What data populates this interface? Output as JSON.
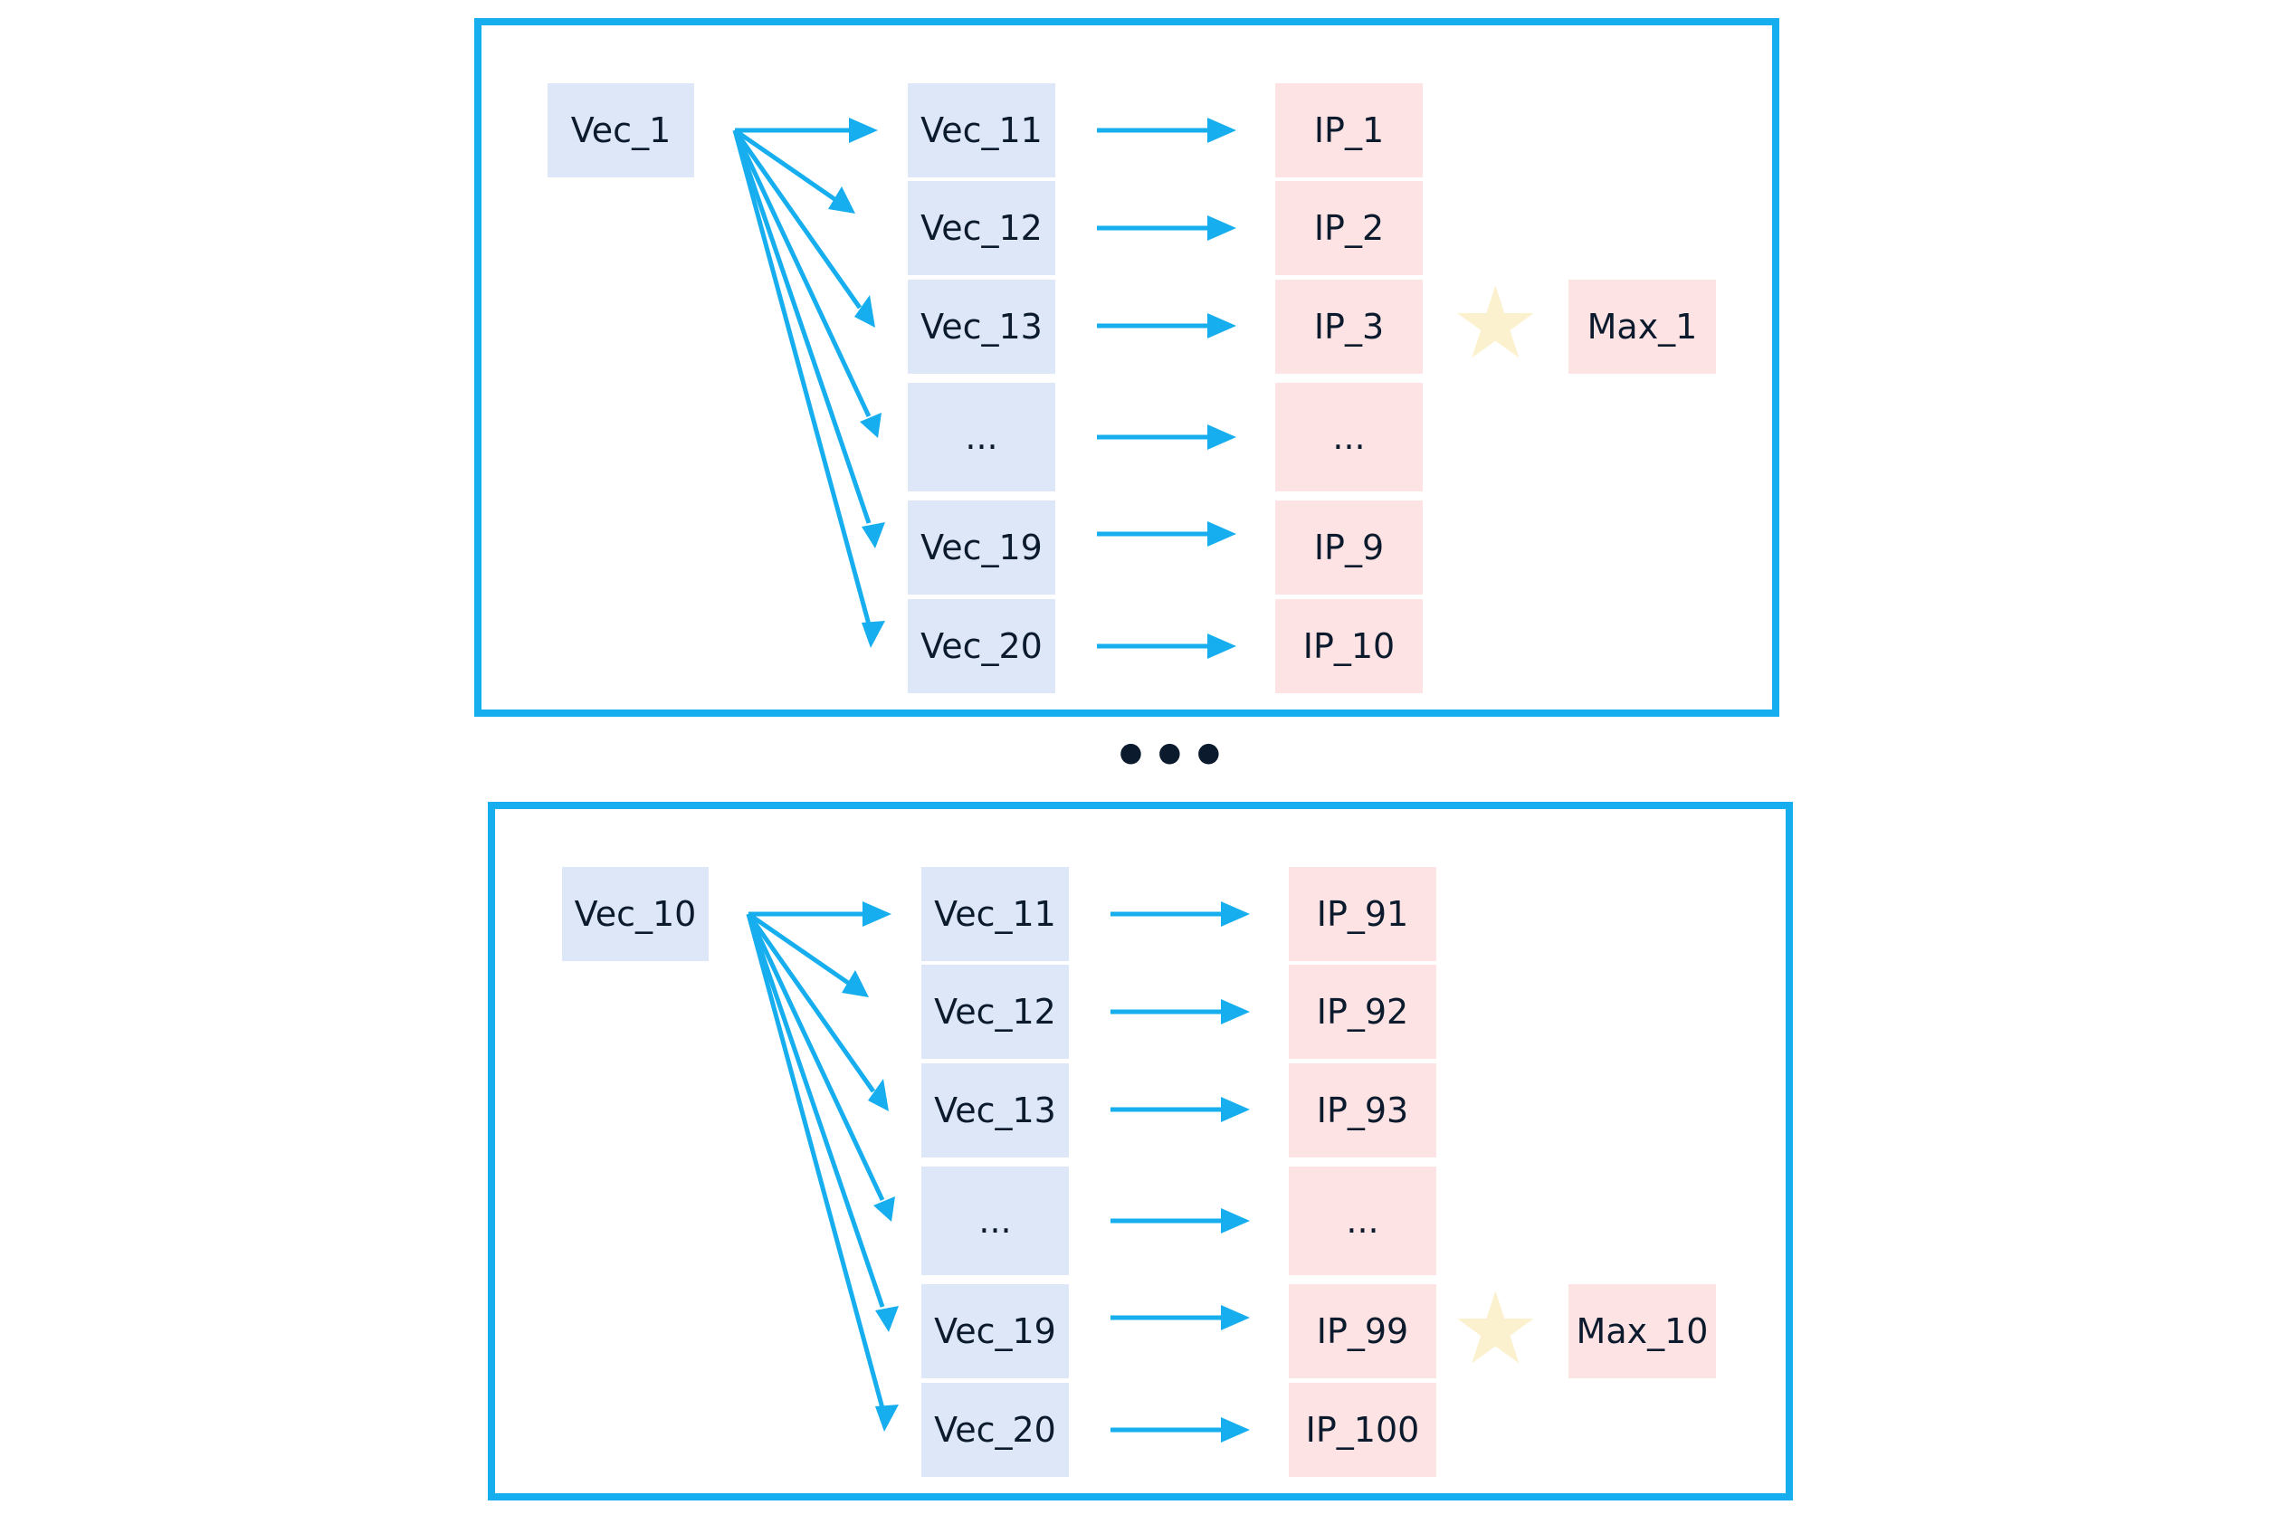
{
  "colors": {
    "panel_border": "#16aeee",
    "arrow": "#16aeee",
    "vec_fill": "#dde7f8",
    "ip_fill": "#fde3e3",
    "star": "#fcf1cf"
  },
  "panels": [
    {
      "source": "Vec_1",
      "vectors": [
        "Vec_11",
        "Vec_12",
        "Vec_13",
        "...",
        "Vec_19",
        "Vec_20"
      ],
      "products": [
        "IP_1",
        "IP_2",
        "IP_3",
        "...",
        "IP_9",
        "IP_10"
      ],
      "max_label": "Max_1",
      "max_row": 2,
      "star_icon": "star-icon"
    },
    {
      "source": "Vec_10",
      "vectors": [
        "Vec_11",
        "Vec_12",
        "Vec_13",
        "...",
        "Vec_19",
        "Vec_20"
      ],
      "products": [
        "IP_91",
        "IP_92",
        "IP_93",
        "...",
        "IP_99",
        "IP_100"
      ],
      "max_label": "Max_10",
      "max_row": 4,
      "star_icon": "star-icon"
    }
  ],
  "separator": "•••"
}
